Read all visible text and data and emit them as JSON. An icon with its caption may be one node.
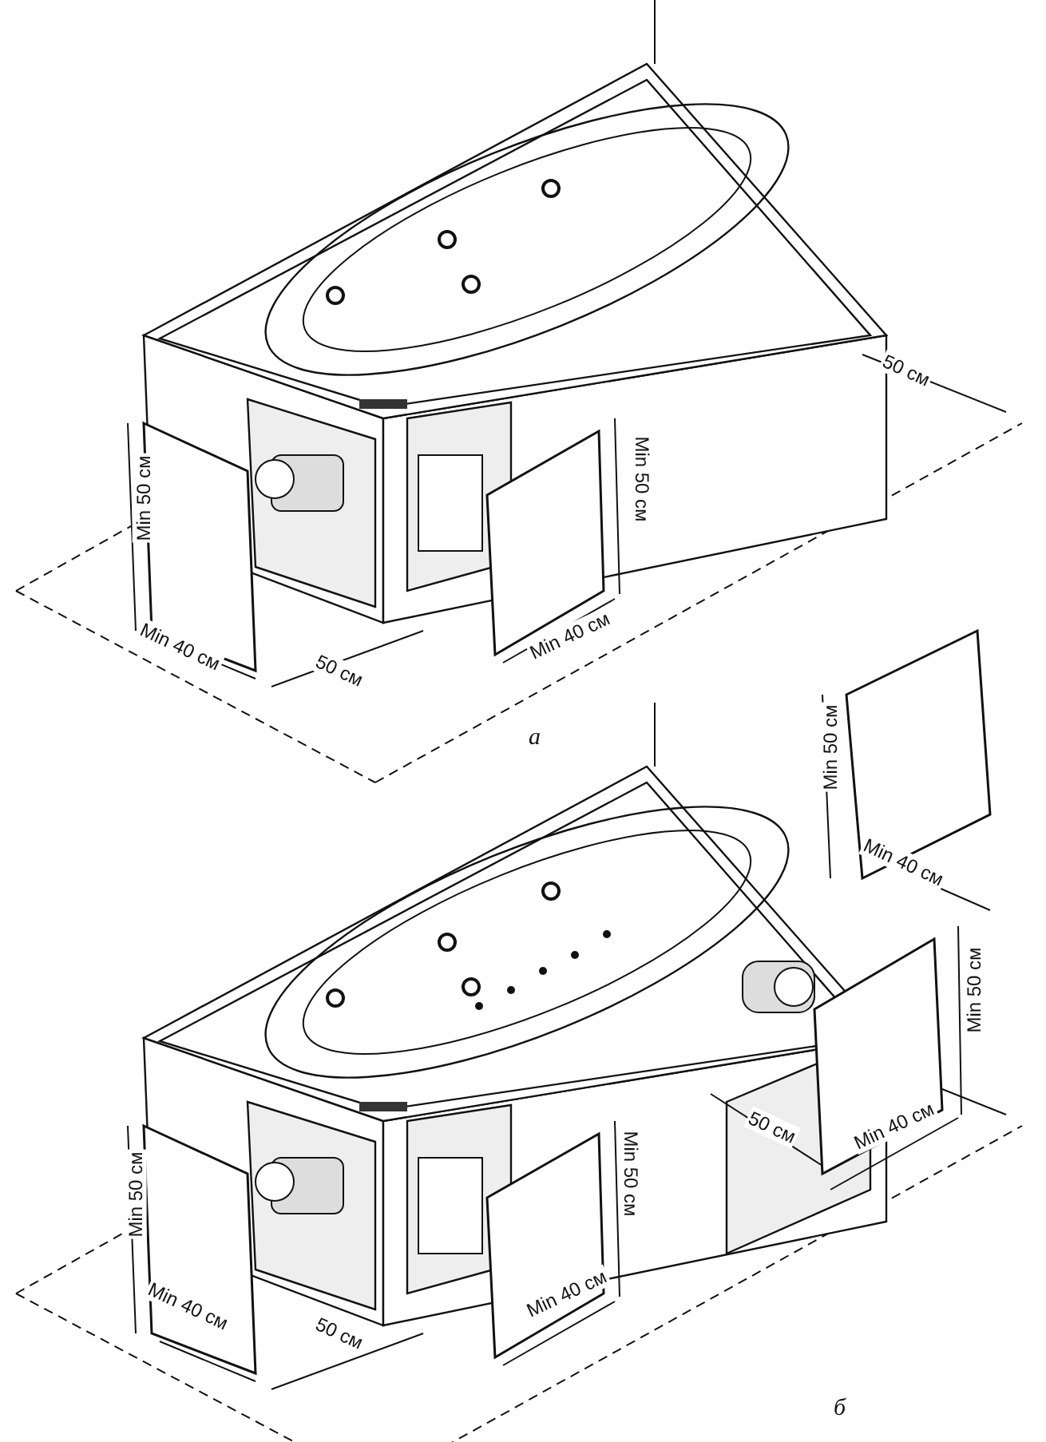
{
  "diagram": {
    "labels": [
      "50 см",
      "Min 50 см",
      "Min 50 см",
      "Min 40 см",
      "50 см",
      "Min 40 см",
      "а",
      "Min 50 см",
      "Min 40 см",
      "Min 50 см",
      "50 см",
      "Min 40 см",
      "Min 50 см",
      "Min 50 см",
      "Min 40 см",
      "Min 40 см",
      "50 см",
      "б"
    ]
  }
}
